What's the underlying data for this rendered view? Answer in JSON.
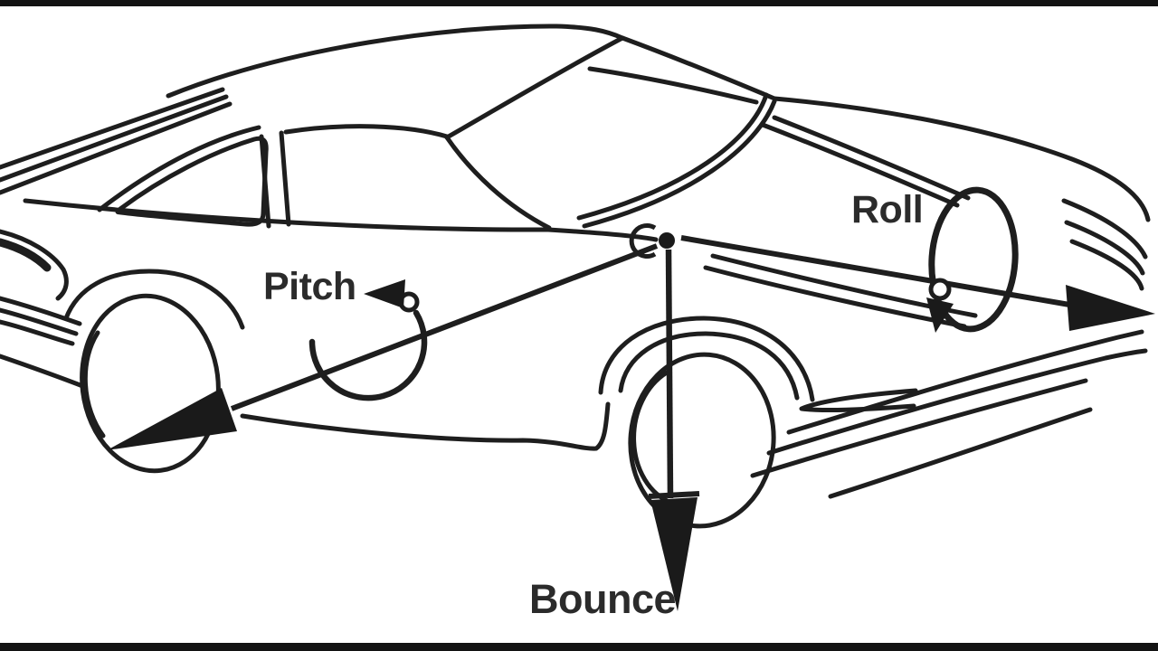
{
  "diagram": {
    "description": "Black-and-white line drawing of a coupe automobile annotated with its three ride-motion axes: pitch rotation, roll rotation and vertical bounce, all radiating from a pivot point at the cowl",
    "background_color": "#ffffff",
    "frame_color": "#131313",
    "line_color": "#1e1e1e",
    "label_color": "#2b2b2b",
    "labels": {
      "pitch": "Pitch",
      "roll": "Roll",
      "bounce": "Bounce"
    }
  }
}
